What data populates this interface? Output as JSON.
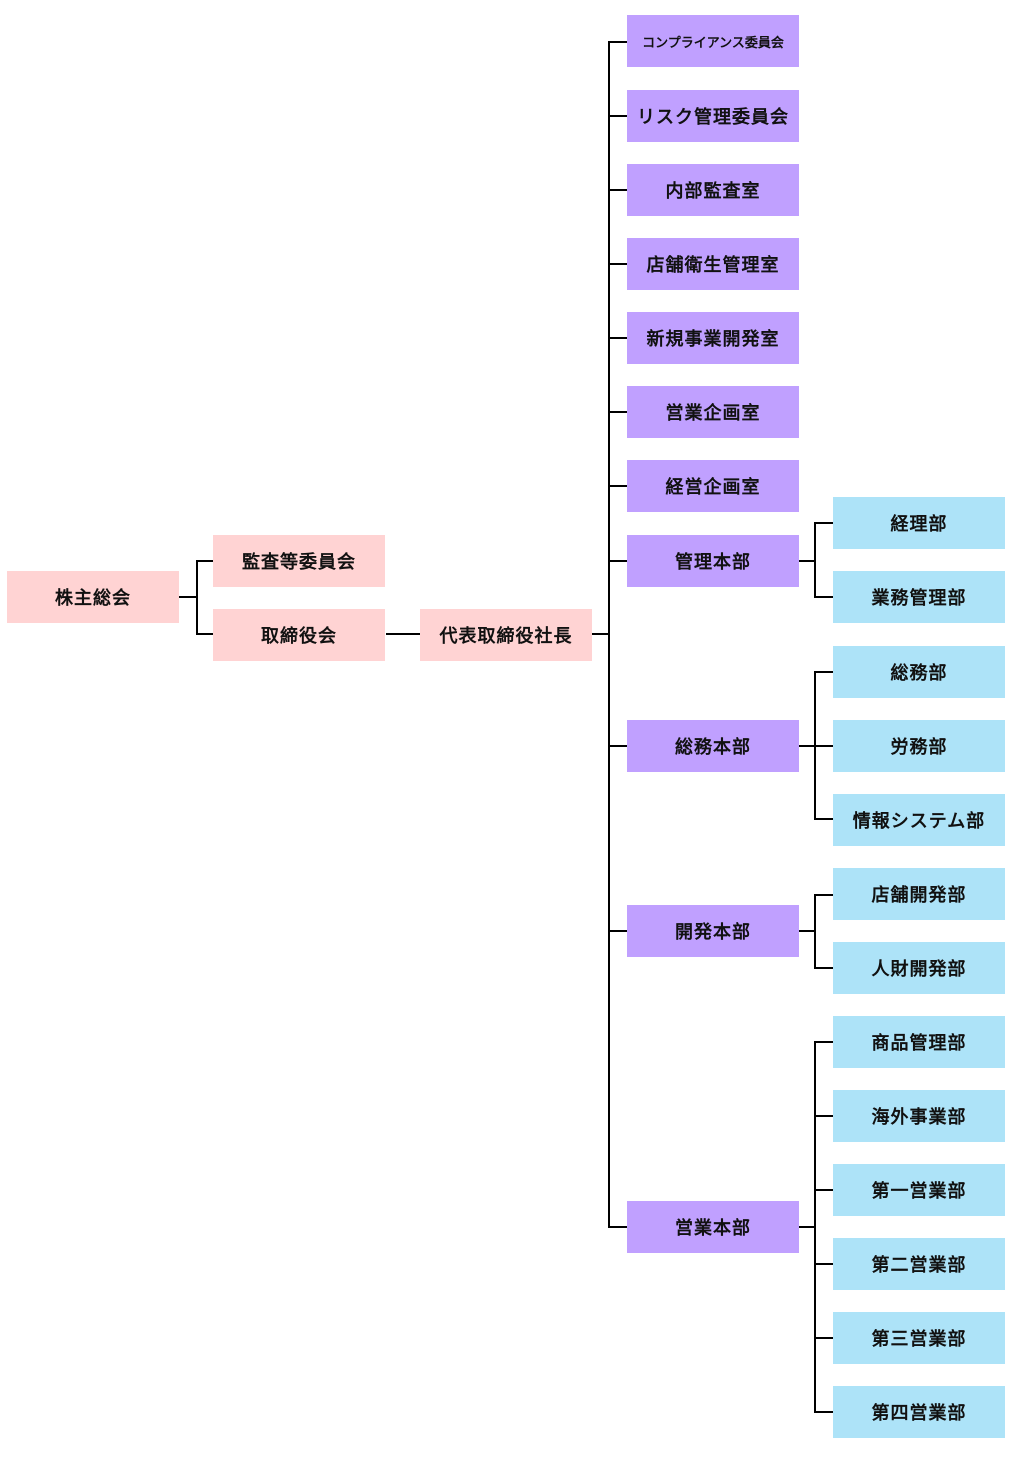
{
  "colors": {
    "governance": "#FFD3D3",
    "division": "#C0A0FF",
    "department": "#ADE3F8",
    "connector": "#000000"
  },
  "org": {
    "shareholders": "株主総会",
    "audit_committee": "監査等委員会",
    "board": "取締役会",
    "president": "代表取締役社長",
    "offices": [
      "コンプライアンス委員会",
      "リスク管理委員会",
      "内部監査室",
      "店舗衛生管理室",
      "新規事業開発室",
      "営業企画室",
      "経営企画室"
    ],
    "divisions": [
      {
        "name": "管理本部",
        "departments": [
          "経理部",
          "業務管理部"
        ]
      },
      {
        "name": "総務本部",
        "departments": [
          "総務部",
          "労務部",
          "情報システム部"
        ]
      },
      {
        "name": "開発本部",
        "departments": [
          "店舗開発部",
          "人財開発部"
        ]
      },
      {
        "name": "営業本部",
        "departments": [
          "商品管理部",
          "海外事業部",
          "第一営業部",
          "第二営業部",
          "第三営業部",
          "第四営業部"
        ]
      }
    ]
  }
}
